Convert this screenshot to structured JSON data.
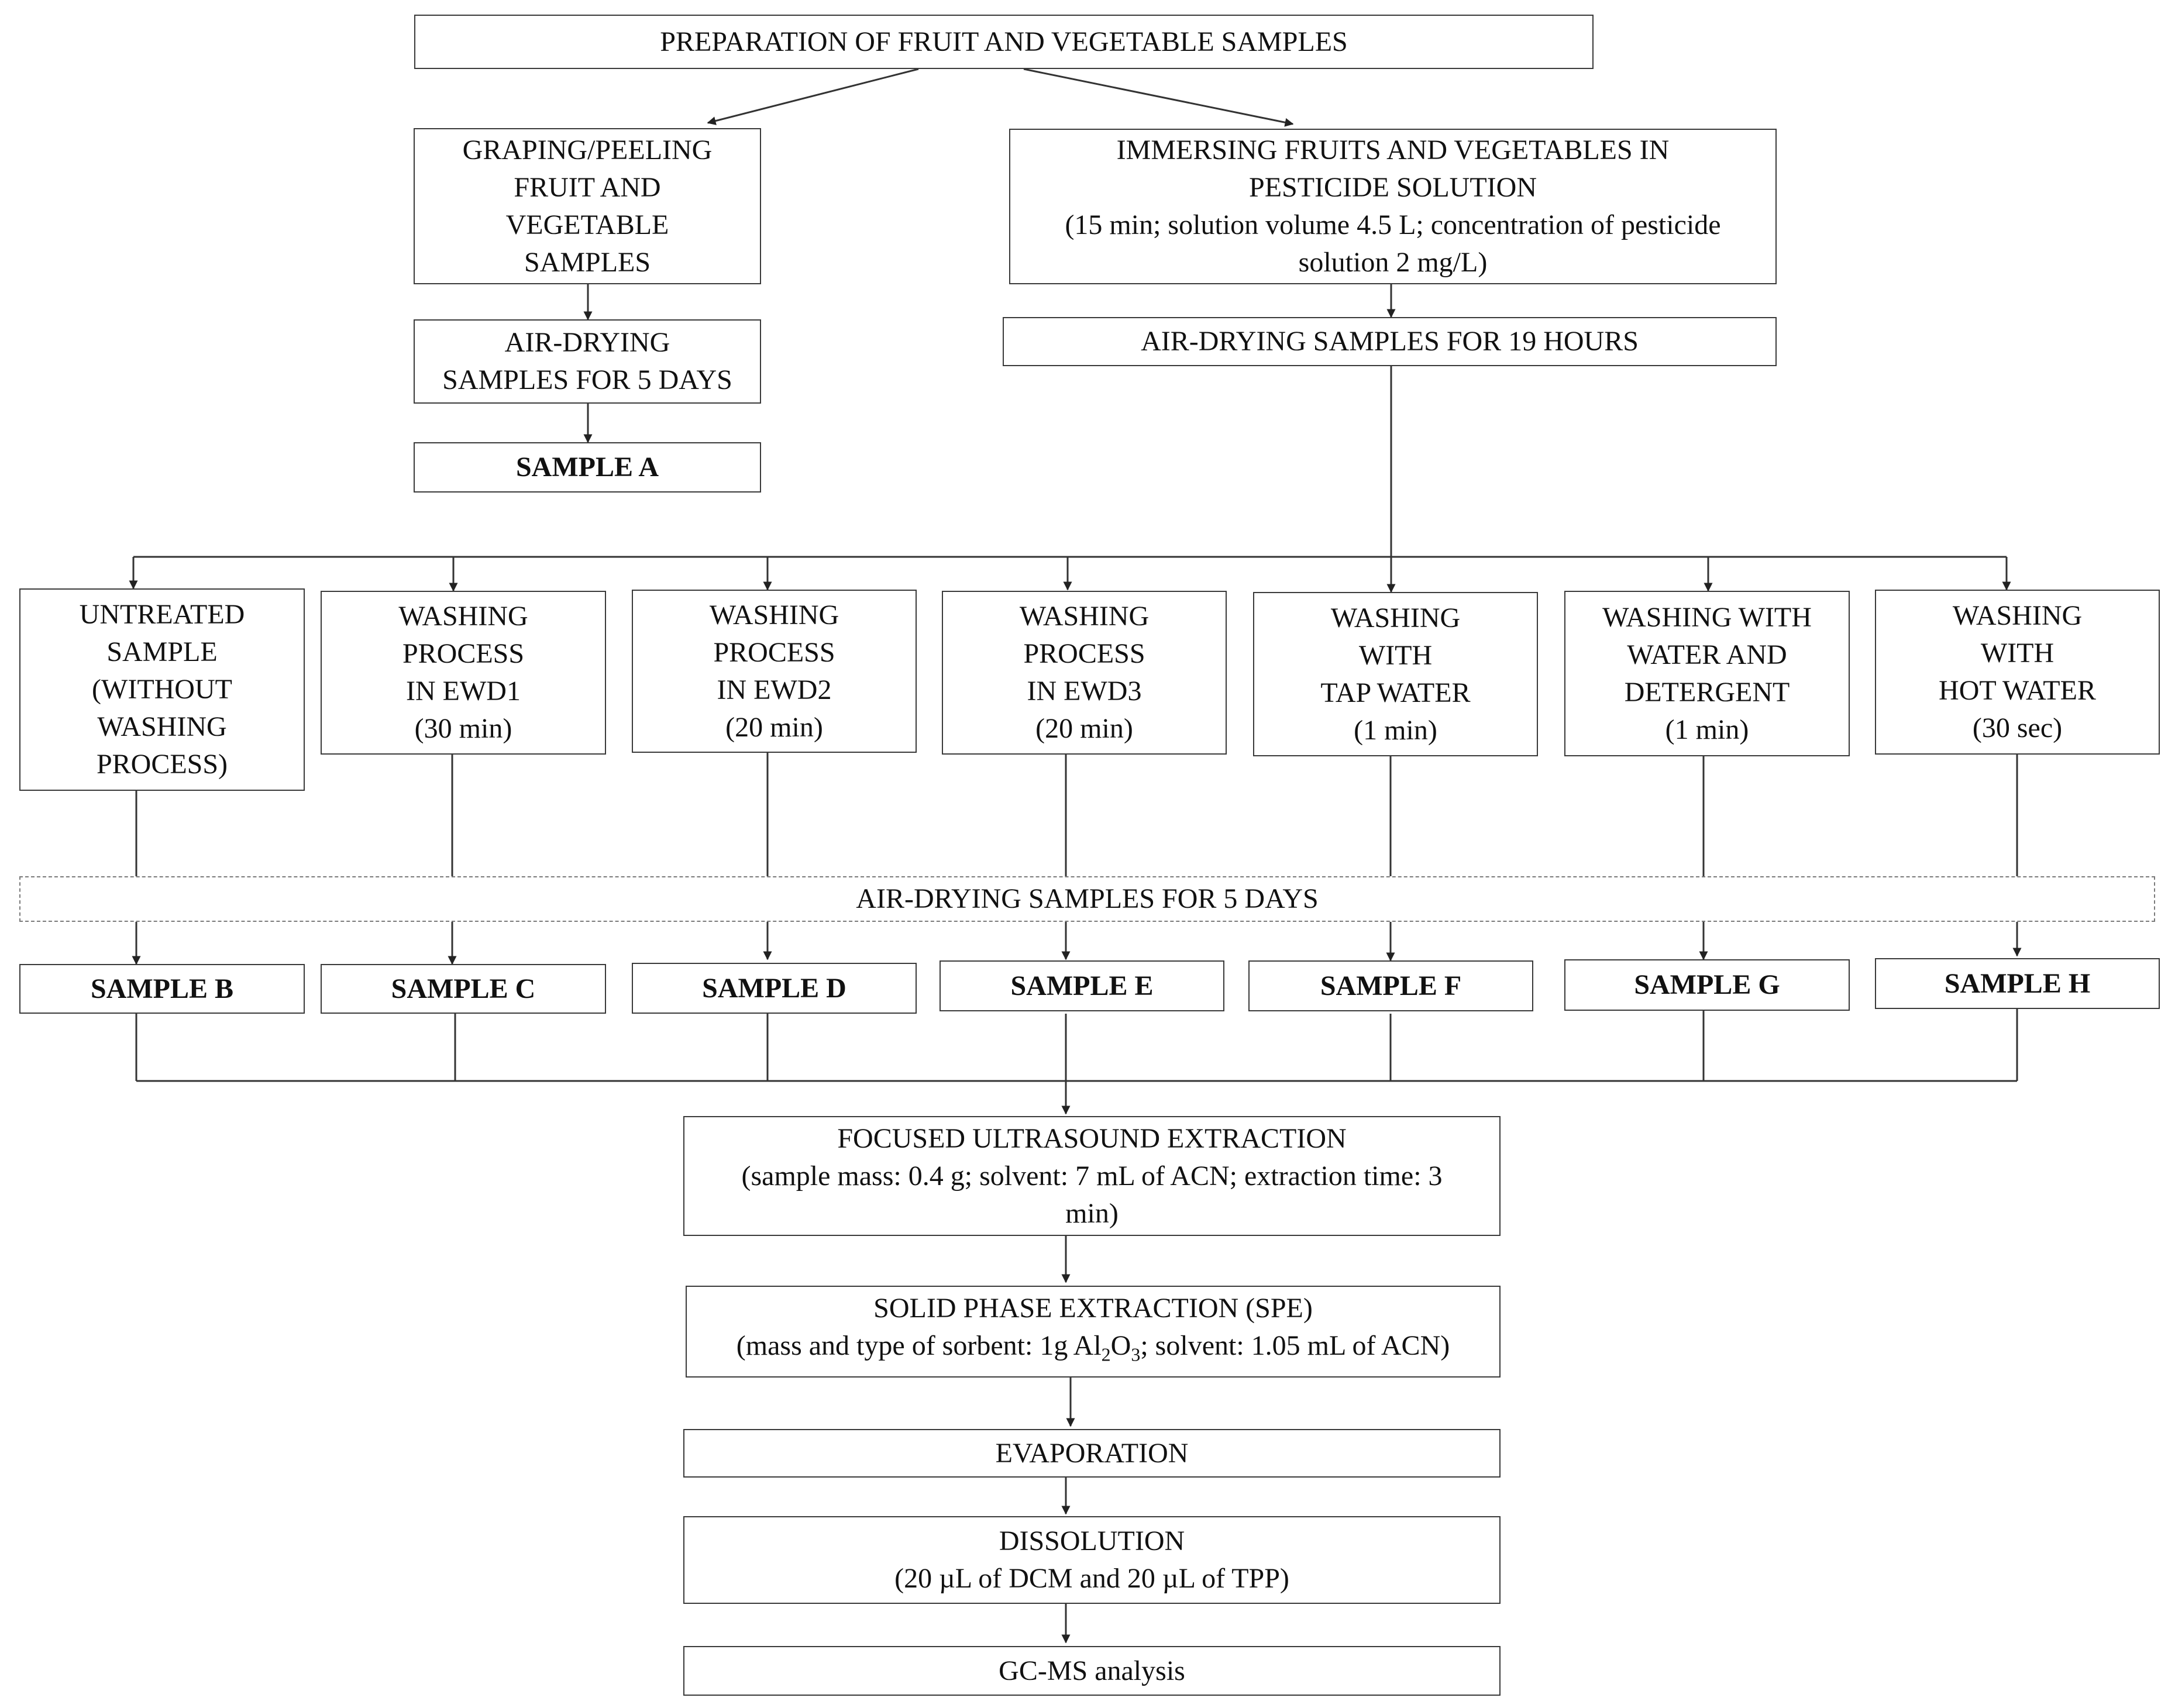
{
  "prep": "PREPARATION OF FRUIT AND VEGETABLE SAMPLES",
  "grape": [
    "GRAPING/PEELING",
    "FRUIT AND",
    "VEGETABLE",
    "SAMPLES"
  ],
  "immerse": {
    "title": [
      "IMMERSING FRUITS AND VEGETABLES IN",
      "PESTICIDE SOLUTION"
    ],
    "detail": [
      "(15 min; solution volume 4.5 L; concentration of pesticide",
      "solution 2 mg/L)"
    ]
  },
  "dry5_left": [
    "AIR-DRYING",
    "SAMPLES FOR 5 DAYS"
  ],
  "dry19": "AIR-DRYING SAMPLES FOR 19 HOURS",
  "sample_a": "SAMPLE A",
  "treatments": [
    [
      "UNTREATED",
      "SAMPLE",
      "(WITHOUT",
      "WASHING",
      "PROCESS)"
    ],
    [
      "WASHING",
      "PROCESS",
      "IN EWD1",
      "(30 min)"
    ],
    [
      "WASHING",
      "PROCESS",
      "IN EWD2",
      "(20 min)"
    ],
    [
      "WASHING",
      "PROCESS",
      "IN EWD3",
      "(20 min)"
    ],
    [
      "WASHING",
      "WITH",
      "TAP WATER",
      "(1 min)"
    ],
    [
      "WASHING WITH",
      "WATER AND",
      "DETERGENT",
      "(1 min)"
    ],
    [
      "WASHING",
      "WITH",
      "HOT WATER",
      "(30 sec)"
    ]
  ],
  "dry5_all": "AIR-DRYING SAMPLES FOR 5 DAYS",
  "samples": [
    "SAMPLE B",
    "SAMPLE C",
    "SAMPLE D",
    "SAMPLE E",
    "SAMPLE F",
    "SAMPLE G",
    "SAMPLE H"
  ],
  "fue": {
    "title": "FOCUSED ULTRASOUND  EXTRACTION",
    "detail": [
      "(sample mass: 0.4 g; solvent: 7 mL of ACN; extraction time: 3",
      "min)"
    ]
  },
  "spe": {
    "title": "SOLID PHASE EXTRACTION (SPE)",
    "detail_pre": "(mass and type of sorbent: 1g Al",
    "sub1": "2",
    "mid": "O",
    "sub2": "3",
    "detail_post": "; solvent: 1.05 mL of ACN)"
  },
  "evaporation": "EVAPORATION",
  "dissolution": {
    "title": "DISSOLUTION",
    "detail": "(20 µL of DCM and 20 µL of TPP)"
  },
  "gcms": "GC-MS analysis"
}
